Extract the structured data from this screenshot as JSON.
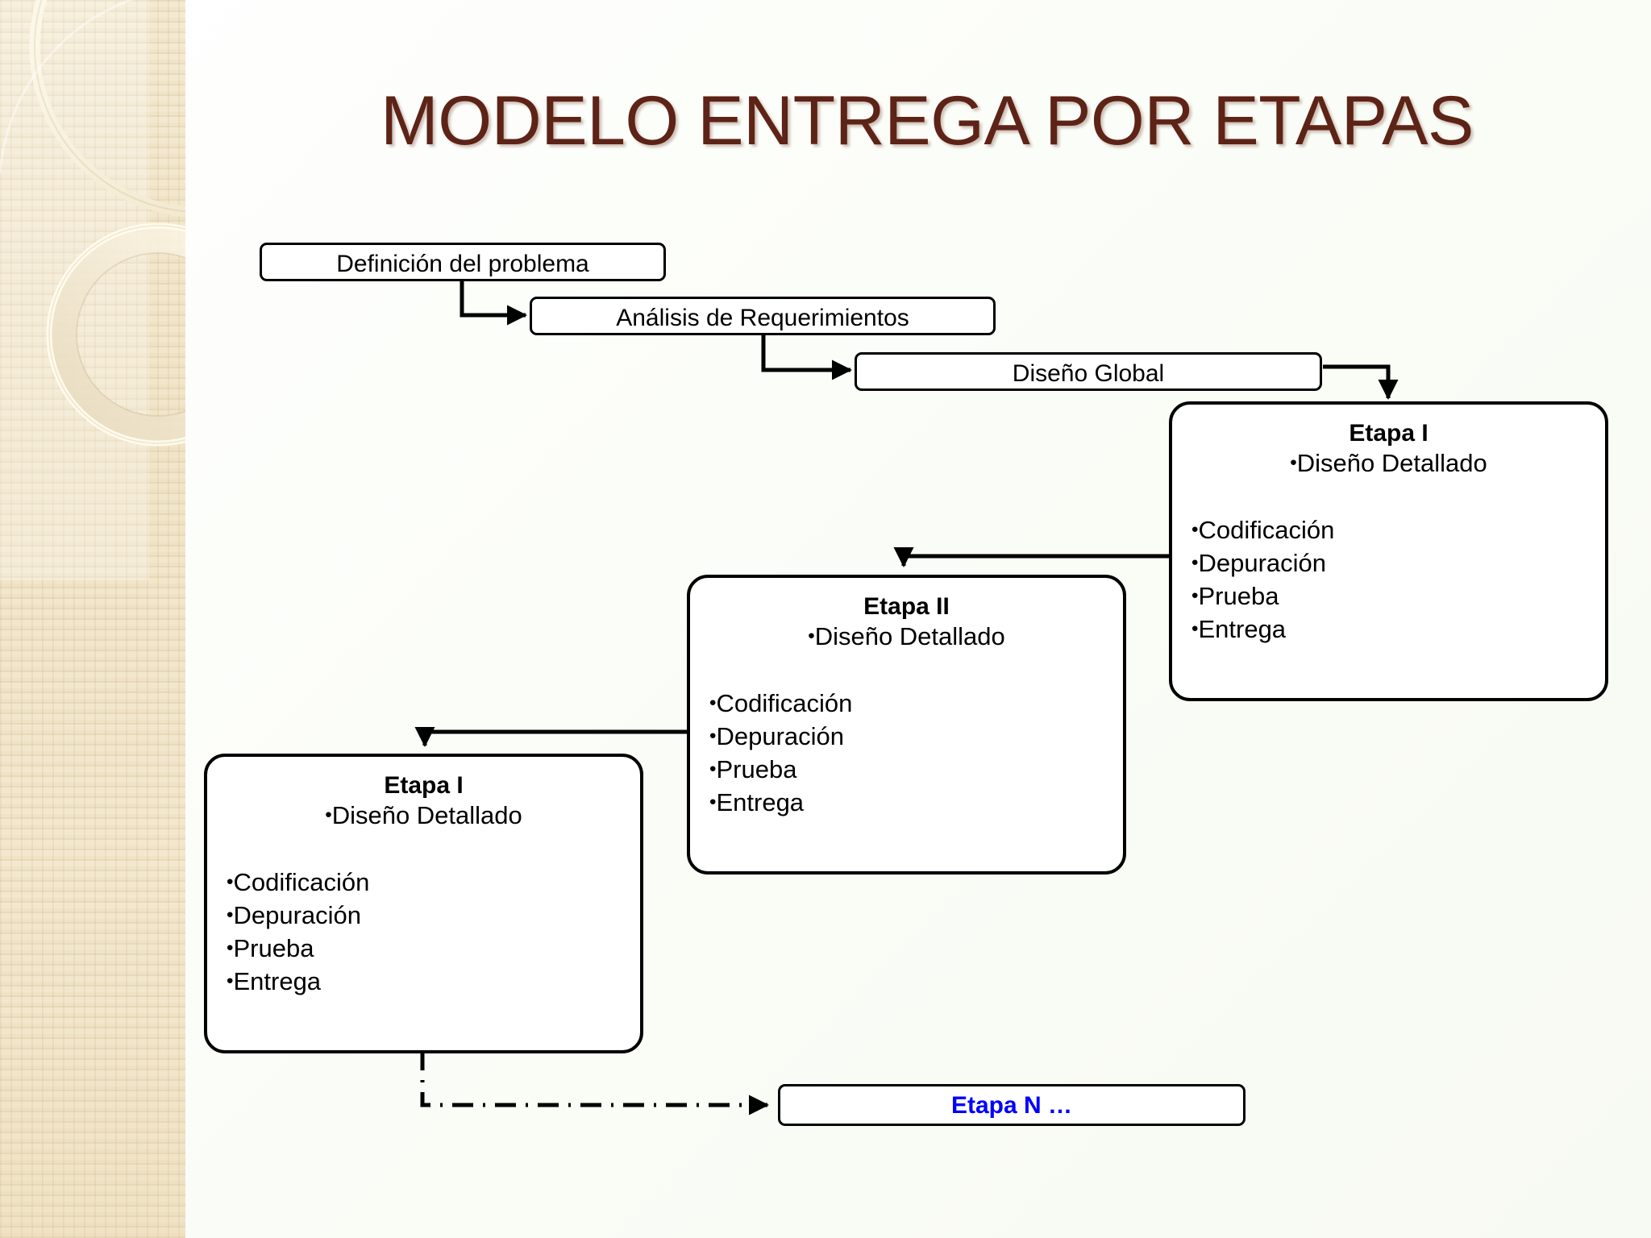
{
  "slide": {
    "title": "MODELO ENTREGA POR ETAPAS",
    "title_color": "#5d2316",
    "background_color": "#ffffff",
    "band_color": "#f1e5c9"
  },
  "diagram": {
    "type": "flowchart",
    "steps": [
      {
        "id": "definicion",
        "label": "Definición del problema"
      },
      {
        "id": "analisis",
        "label": "Análisis de Requerimientos"
      },
      {
        "id": "diseno_global",
        "label": "Diseño Global"
      }
    ],
    "stages": [
      {
        "id": "etapa-1-right",
        "title": "Etapa I",
        "subtitle": "Diseño Detallado",
        "items": [
          "Codificación",
          "Depuración",
          "Prueba",
          "Entrega"
        ]
      },
      {
        "id": "etapa-2",
        "title": "Etapa II",
        "subtitle": "Diseño Detallado",
        "items": [
          "Codificación",
          "Depuración",
          "Prueba",
          "Entrega"
        ]
      },
      {
        "id": "etapa-1-left",
        "title": "Etapa I",
        "subtitle": "Diseño Detallado",
        "items": [
          "Codificación",
          "Depuración",
          "Prueba",
          "Entrega"
        ]
      }
    ],
    "final": {
      "id": "etapa-n",
      "label": "Etapa N …",
      "color": "#0000ff"
    },
    "bullet_glyph": "•",
    "connector_color": "#000000"
  }
}
